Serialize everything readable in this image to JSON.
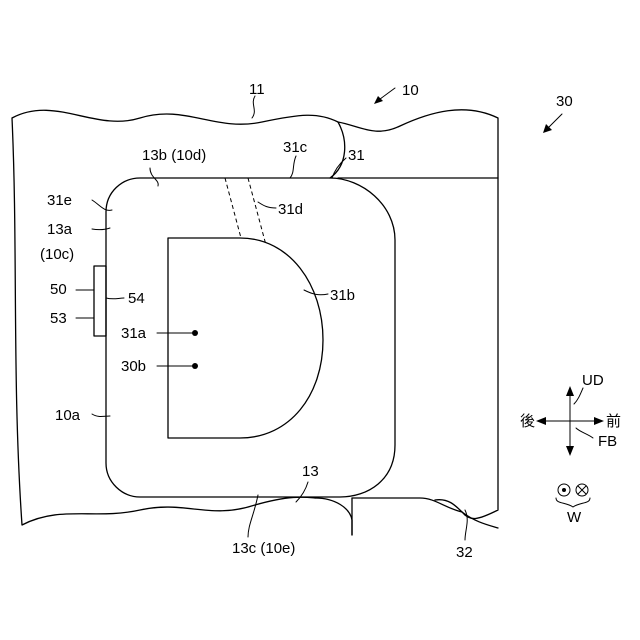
{
  "labels": {
    "ref_10": "10",
    "ref_11": "11",
    "ref_30": "30",
    "ref_13b": "13b (10d)",
    "ref_31c": "31c",
    "ref_31": "31",
    "ref_31e": "31e",
    "ref_31d": "31d",
    "ref_13a": "13a",
    "ref_10c": "(10c)",
    "ref_50": "50",
    "ref_54": "54",
    "ref_53": "53",
    "ref_31b": "31b",
    "ref_31a": "31a",
    "ref_30b": "30b",
    "ref_10a": "10a",
    "ref_13": "13",
    "ref_13c": "13c (10e)",
    "ref_32": "32"
  },
  "axes": {
    "ud": "UD",
    "fb": "FB",
    "w": "W",
    "back": "後",
    "front": "前"
  }
}
